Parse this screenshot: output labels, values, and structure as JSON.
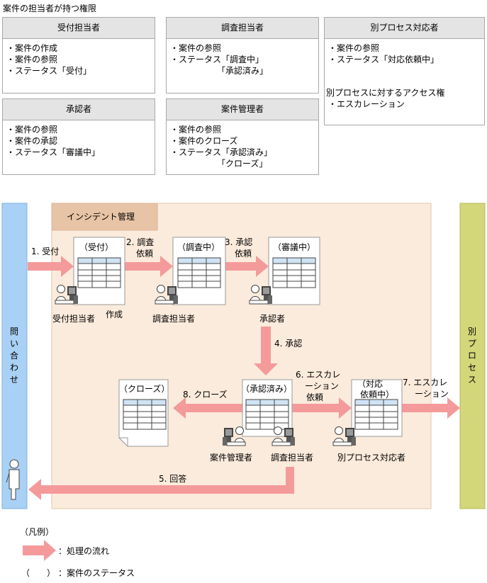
{
  "title": "案件の担当者が持つ権限",
  "roles": [
    {
      "name": "受付担当者",
      "perms": [
        "・案件の作成",
        "・案件の参照",
        "・ステータス「受付」"
      ]
    },
    {
      "name": "調査担当者",
      "perms": [
        "・案件の参照",
        "・ステータス「調査中」",
        "　　　　　　「承認済み」"
      ]
    },
    {
      "name": "別プロセス対応者",
      "perms": [
        "・案件の参照",
        "・ステータス「対応依頼中」"
      ],
      "extra_title": "別プロセスに対するアクセス権",
      "extra_perms": [
        "・エスカレーション"
      ]
    },
    {
      "name": "承認者",
      "perms": [
        "・案件の参照",
        "・案件の承認",
        "・ステータス「審議中」"
      ]
    },
    {
      "name": "案件管理者",
      "perms": [
        "・案件の参照",
        "・案件のクローズ",
        "・ステータス「承認済み」",
        "　　　　　　「クローズ」"
      ]
    }
  ],
  "diagram": {
    "left_actor": "問い合わせ",
    "right_actor": "別プロセス",
    "area_title": "インシデント管理",
    "statuses": {
      "uketsuke": "（受付）",
      "chosachu": "（調査中）",
      "shingichu": "（審議中）",
      "shoninzumi": "（承認済み）",
      "taioirai_1": "（対応",
      "taioirai_2": "依頼中）",
      "close": "（クローズ）"
    },
    "flows": {
      "f1": "1. 受付",
      "f2_1": "2. 調査",
      "f2_2": "依頼",
      "f3_1": "3. 承認",
      "f3_2": "依頼",
      "f4": "4. 承認",
      "f5": "5. 回答",
      "f6_1": "6. エスカレ",
      "f6_2": "ーション",
      "f6_3": "依頼",
      "f7_1": "7. エスカレ",
      "f7_2": "ーション",
      "f8": "8. クローズ"
    },
    "people": {
      "uketsuke": "受付担当者",
      "create": "作成",
      "chosa1": "調査担当者",
      "shonin": "承認者",
      "kanri": "案件管理者",
      "chosa2": "調査担当者",
      "betsu": "別プロセス対応者"
    }
  },
  "legend": {
    "title": "（凡例）",
    "flow": "：処理の流れ",
    "status_paren": "（　　）",
    "status": "：案件のステータス"
  },
  "colors": {
    "left_bar": "#a9d0f5",
    "right_bar": "#d4d67a",
    "area": "#fbebdc",
    "area_title": "#e8c4a6",
    "arrow": "#f59a9a",
    "table_header": "#cfe3f5"
  }
}
